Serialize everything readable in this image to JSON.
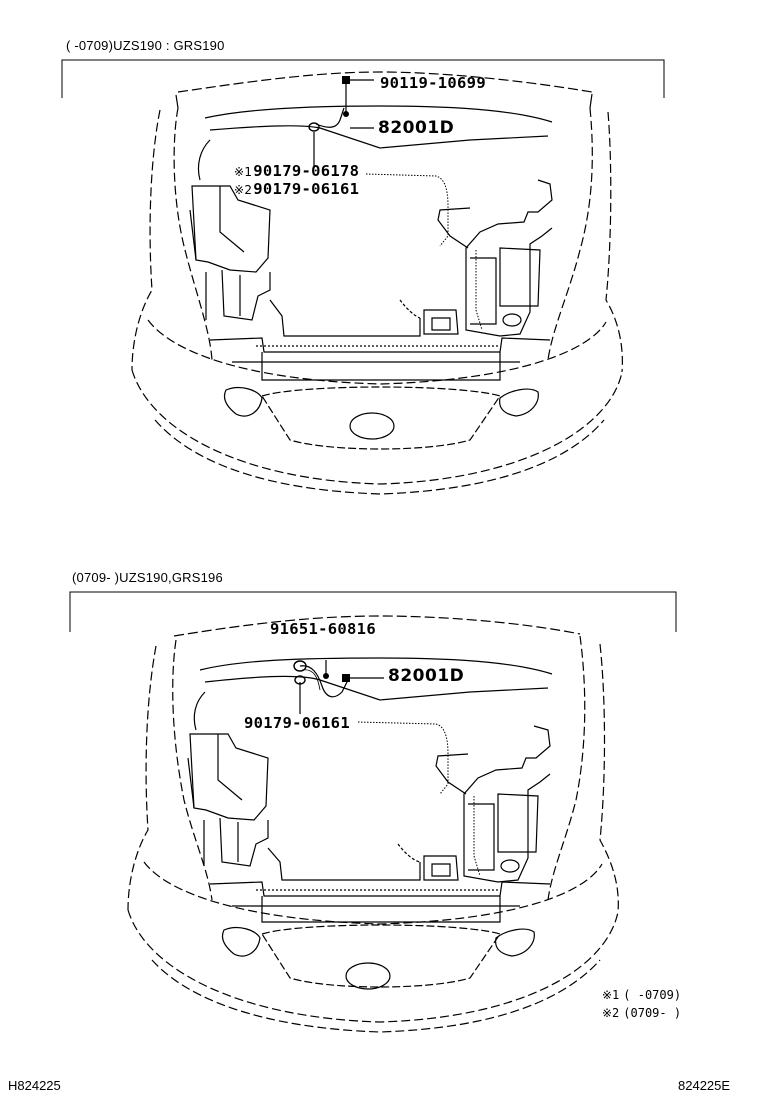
{
  "panels": [
    {
      "header": "(     -0709)UZS190 : GRS190",
      "parts": [
        {
          "mark": "",
          "number": "90119-10699"
        },
        {
          "mark": "",
          "number": "82001D"
        },
        {
          "mark": "※1",
          "number": "90179-06178"
        },
        {
          "mark": "※2",
          "number": "90179-06161"
        }
      ]
    },
    {
      "header": "(0709-     )UZS190,GRS196",
      "parts": [
        {
          "mark": "",
          "number": "91651-60816"
        },
        {
          "mark": "",
          "number": "82001D"
        },
        {
          "mark": "",
          "number": "90179-06161"
        }
      ]
    }
  ],
  "notes": [
    {
      "mark": "※1",
      "text": "(     -0709)"
    },
    {
      "mark": "※2",
      "text": "(0709-     )"
    }
  ],
  "footer": {
    "left": "H824225",
    "right": "824225E"
  }
}
